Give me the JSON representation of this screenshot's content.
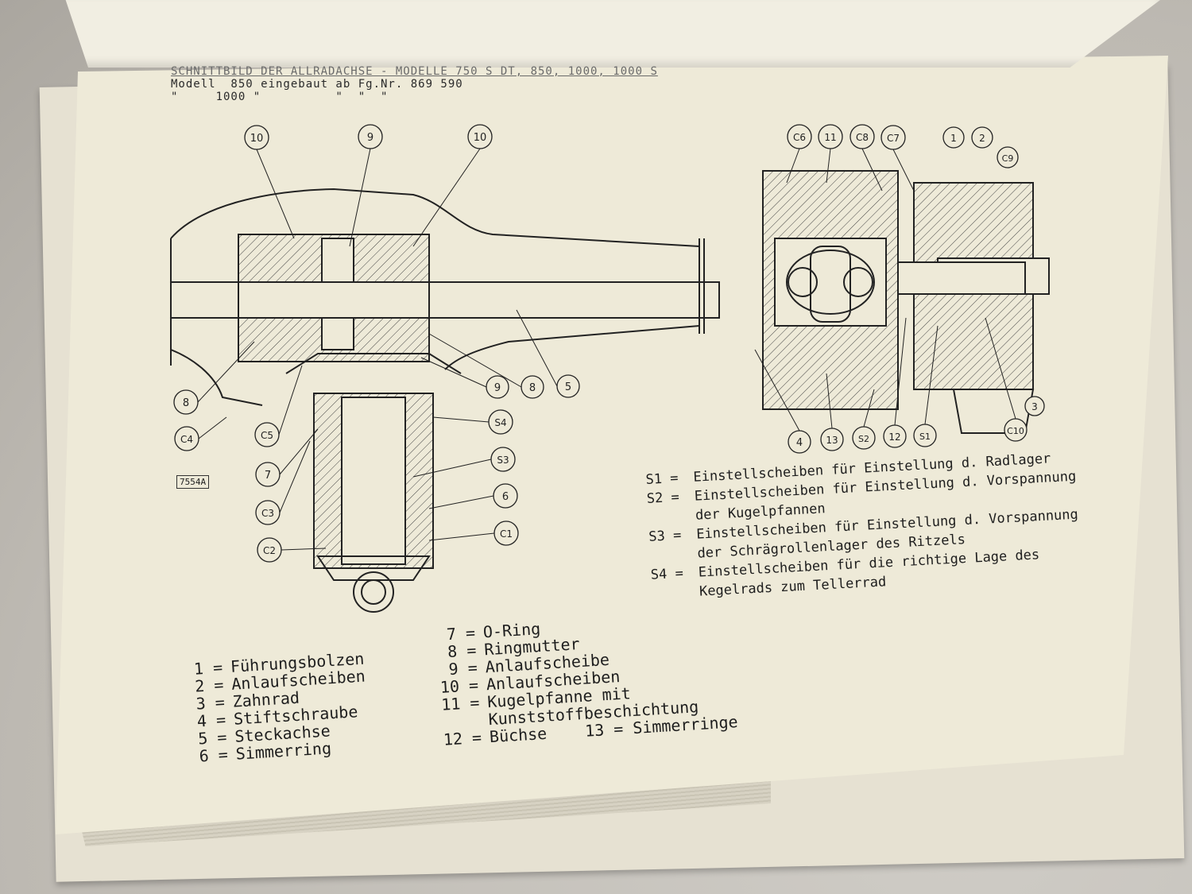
{
  "header": {
    "title": "SCHNITTBILD DER ALLRADACHSE - MODELLE 750 S DT, 850, 1000, 1000 S",
    "line1": "Modell  850 eingebaut ab Fg.Nr. 869 590",
    "line2": "\"     1000 \"          \"  \"  \""
  },
  "diagram": {
    "ref": "7554A",
    "callouts": [
      "10",
      "9",
      "10",
      "C6",
      "11",
      "C8",
      "C7",
      "1",
      "2",
      "C9",
      "8",
      "C4",
      "C5",
      "7",
      "C3",
      "C2",
      "9",
      "8",
      "5",
      "S4",
      "S3",
      "6",
      "C1",
      "4",
      "13",
      "S2",
      "12",
      "S1",
      "C10",
      "3"
    ]
  },
  "s_notes": [
    {
      "key": "S1 =",
      "text": "Einstellscheiben für Einstellung d. Radlager"
    },
    {
      "key": "S2 =",
      "text": "Einstellscheiben für Einstellung d. Vorspannung der Kugelpfannen"
    },
    {
      "key": "S3 =",
      "text": "Einstellscheiben für Einstellung d. Vorspannung der Schrägrollenlager des Ritzels"
    },
    {
      "key": "S4 =",
      "text": "Einstellscheiben für die richtige Lage des Kegelrads zum Tellerrad"
    }
  ],
  "legend_left": [
    {
      "num": "1 =",
      "text": "Führungsbolzen"
    },
    {
      "num": "2 =",
      "text": "Anlaufscheiben"
    },
    {
      "num": "3 =",
      "text": "Zahnrad"
    },
    {
      "num": "4 =",
      "text": "Stiftschraube"
    },
    {
      "num": "5 =",
      "text": "Steckachse"
    },
    {
      "num": "6 =",
      "text": "Simmerring"
    }
  ],
  "legend_right": [
    {
      "num": "7 =",
      "text": "O-Ring"
    },
    {
      "num": "8 =",
      "text": "Ringmutter"
    },
    {
      "num": "9 =",
      "text": "Anlaufscheibe"
    },
    {
      "num": "10 =",
      "text": "Anlaufscheiben"
    },
    {
      "num": "11 =",
      "text": "Kugelpfanne mit"
    },
    {
      "num": "",
      "text": "Kunststoffbeschichtung"
    },
    {
      "num": "12 =",
      "text": "Büchse    13 = Simmerringe"
    }
  ]
}
